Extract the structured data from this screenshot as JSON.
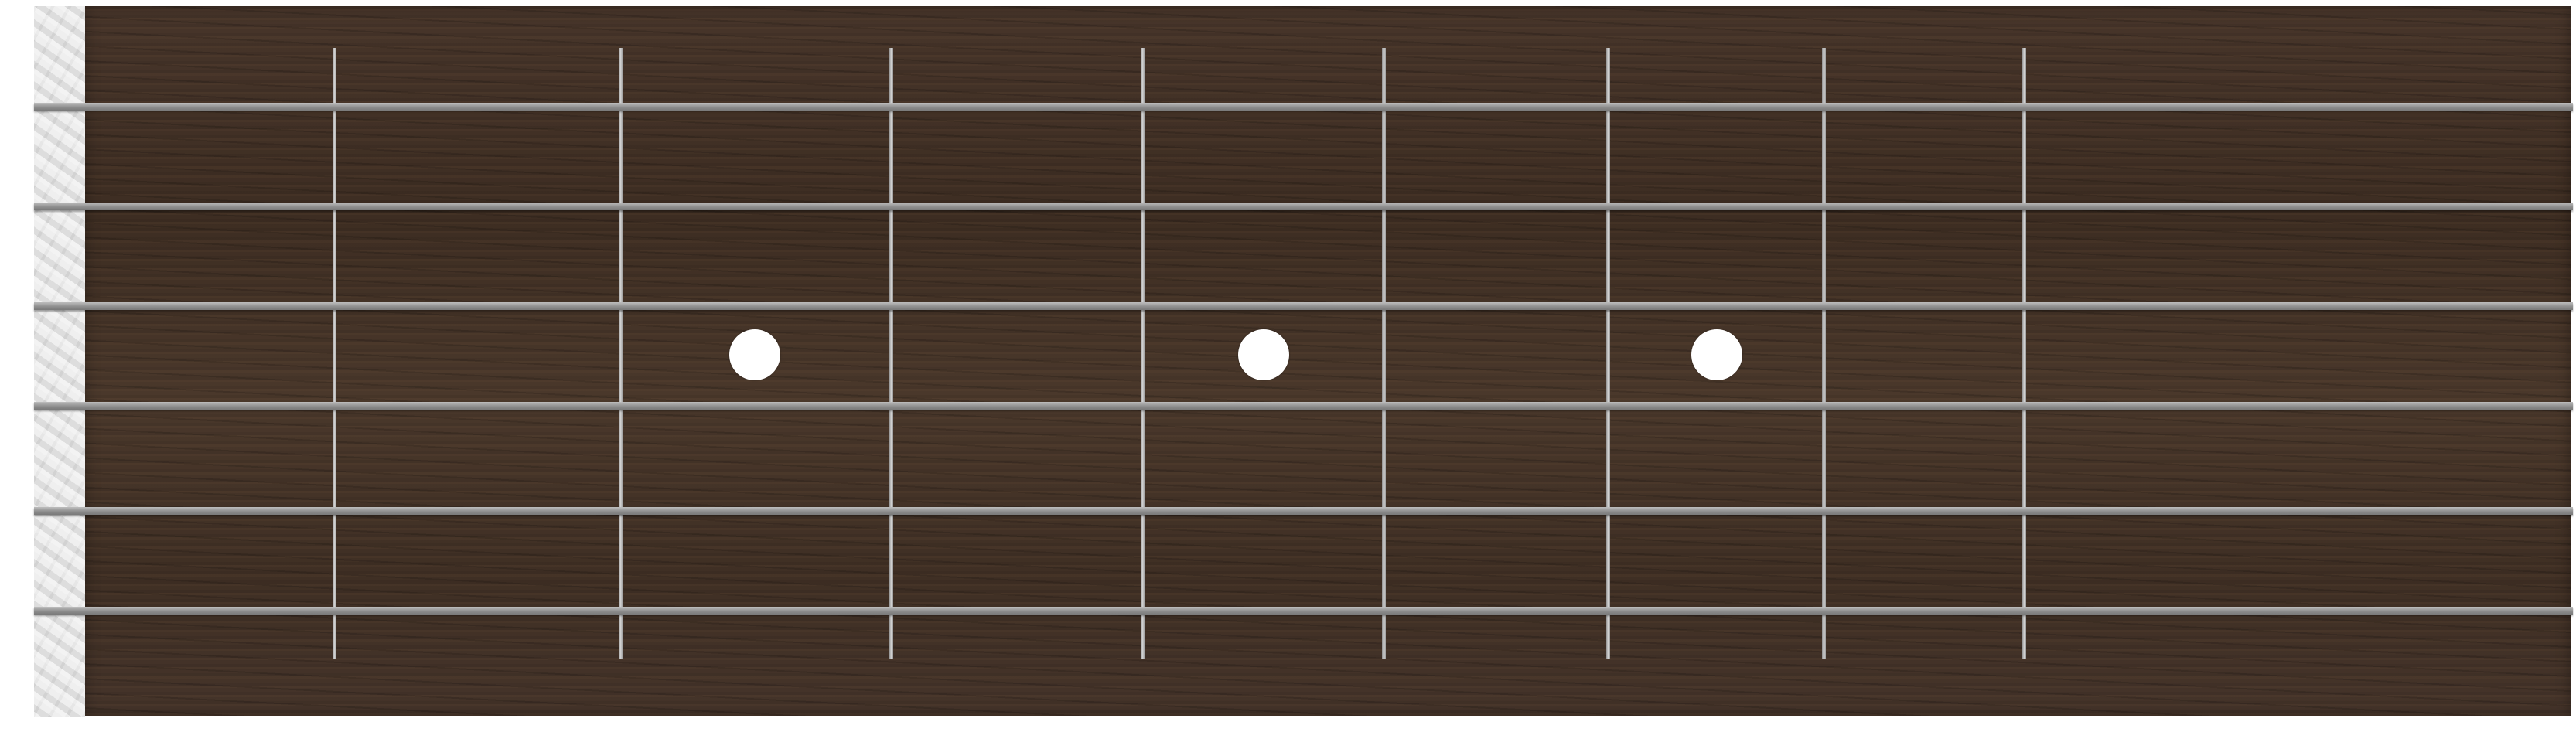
{
  "fretboard": {
    "board_color": "#3f2f24",
    "nut_color": "#e4e4e4",
    "fret_color": "#c8c8c8",
    "string_color": "#9a9a9a",
    "inlay_color": "#ffffff",
    "string_count": 6,
    "fret_count": 8,
    "inlay_frets": [
      3,
      5,
      7
    ]
  }
}
